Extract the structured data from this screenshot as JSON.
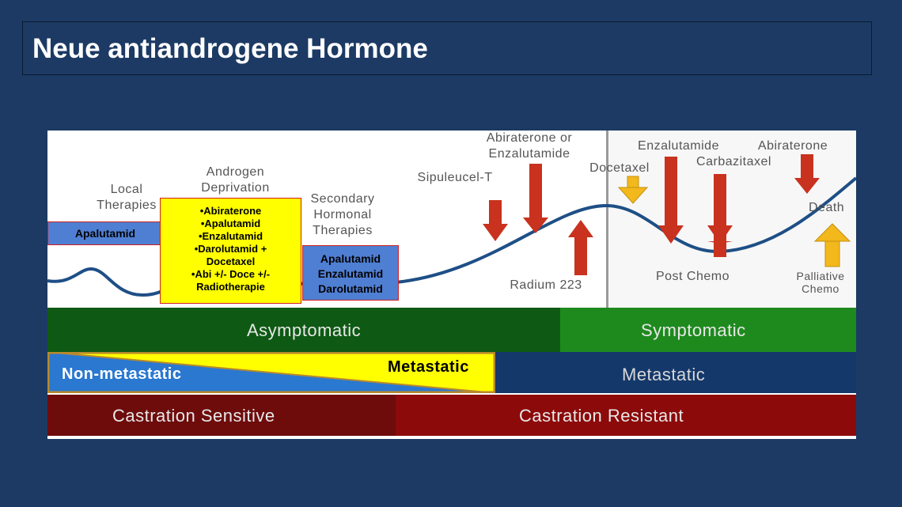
{
  "title": "Neue antiandrogene Hormone",
  "labels": {
    "local_therapies": "Local\nTherapies",
    "androgen_deprivation": "Androgen\nDeprivation",
    "secondary_hormonal": "Secondary\nHormonal\nTherapies",
    "sipuleucel": "Sipuleucel-T",
    "abiraterone_or_enzalutamide": "Abiraterone or\nEnzalutamide",
    "radium": "Radium 223",
    "docetaxel": "Docetaxel",
    "enzalutamide": "Enzalutamide",
    "abiraterone": "Abiraterone",
    "carbazitaxel": "Carbazitaxel",
    "death": "Death",
    "post_chemo": "Post Chemo",
    "palliative_chemo": "Palliative\nChemo"
  },
  "boxes": {
    "apalutamid": "Apalutamid",
    "yellow_items": [
      "•Abiraterone",
      "•Apalutamid",
      "•Enzalutamid",
      "•Darolutamid +",
      "Docetaxel",
      "•Abi +/- Doce +/-",
      "Radiotherapie"
    ],
    "blue_items": [
      "Apalutamid",
      "Enzalutamid",
      "Darolutamid"
    ]
  },
  "bars": {
    "asymptomatic": "Asymptomatic",
    "symptomatic": "Symptomatic",
    "non_metastatic": "Non-metastatic",
    "metastatic_yellow": "Metastatic",
    "metastatic_right": "Metastatic",
    "castration_sensitive": "Castration Sensitive",
    "castration_resistant": "Castration Resistant"
  },
  "colors": {
    "background": "#1c3a64",
    "arrow_red": "#c8321e",
    "arrow_yellow": "#f2b81c",
    "curve": "#1e4f86",
    "asymptomatic": "#0e5a14",
    "symptomatic": "#1e8a1e",
    "non_metastatic": "#2a78d0",
    "metastatic_yellow": "#ffff00",
    "metastatic_right": "#14386a",
    "castration_sensitive": "#6e0c0c",
    "castration_resistant": "#8c0a0a"
  }
}
